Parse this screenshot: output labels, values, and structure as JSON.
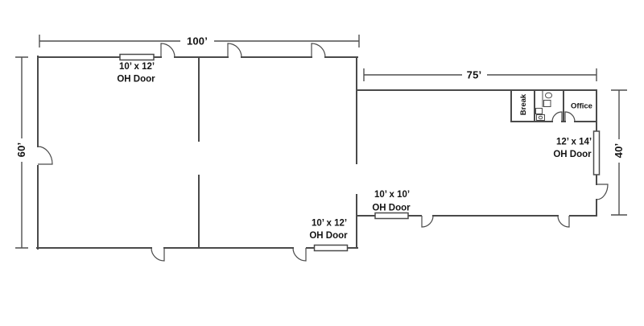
{
  "colors": {
    "wall": "#4a4a4a",
    "dimension": "#4f4f4f",
    "text": "#141414",
    "background": "#ffffff"
  },
  "dimensions": {
    "main_width": "100’",
    "annex_width": "75’",
    "main_depth": "60’",
    "annex_depth": "40’"
  },
  "overhead_doors": {
    "top": {
      "size": "10’ x 12’",
      "type": "OH Door"
    },
    "bottom_main": {
      "size": "10’ x 12’",
      "type": "OH Door"
    },
    "bottom_annex": {
      "size": "10’ x 10’",
      "type": "OH Door"
    },
    "right_annex": {
      "size": "12’ x 14’",
      "type": "OH Door"
    }
  },
  "rooms": {
    "break_room": "Break",
    "office": "Office"
  }
}
